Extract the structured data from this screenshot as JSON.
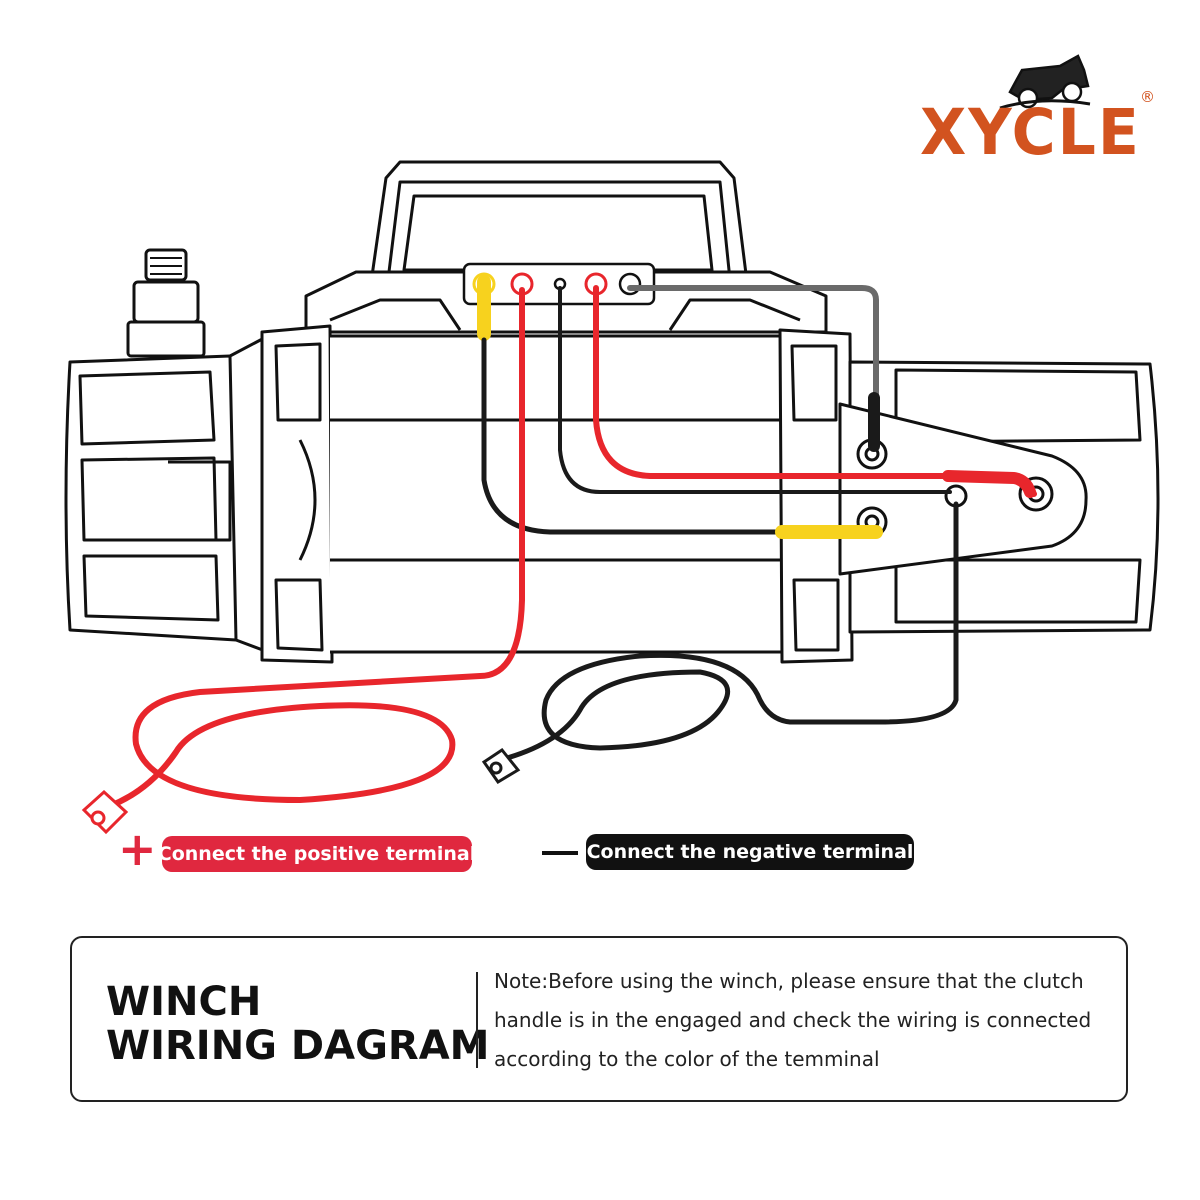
{
  "brand": {
    "name": "XYCLE",
    "registered_mark": "®",
    "color": "#d2531f",
    "logo_icon": "jeep-icon"
  },
  "terminals": {
    "positive": {
      "sign": "+",
      "label": "Connect the positive terminal",
      "color": "#e0283f"
    },
    "negative": {
      "sign": "—",
      "label": "Connect the negative terminal",
      "color": "#111111"
    }
  },
  "wire_colors": {
    "red": "#e8262c",
    "black": "#1a1a1a",
    "gray": "#6a6a6a",
    "yellow": "#f7d21e"
  },
  "note": {
    "title_line1": "WINCH",
    "title_line2": "WIRING DAGRAM",
    "text": "Note:Before using the winch, please ensure that the clutch handle is in the engaged and check the wiring is connected according to the color of the temminal"
  }
}
